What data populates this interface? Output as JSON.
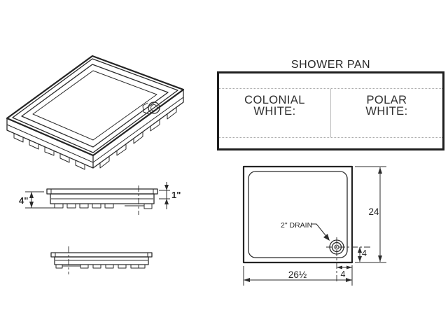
{
  "drawing": {
    "table_title": "SHOWER PAN",
    "spec_table": {
      "left_cell": {
        "line1": "COLONIAL",
        "line2": "WHITE:"
      },
      "right_cell": {
        "line1": "POLAR",
        "line2": "WHITE:"
      }
    },
    "side_view": {
      "overall_height": "4\"",
      "rim_lip": "1\""
    },
    "plan_view": {
      "drain_label": "2\" DRAIN",
      "depth": "24",
      "width": "26½",
      "drain_to_bottom": "4",
      "drain_to_right": "4"
    },
    "colors": {
      "ink": "#2b2b2b",
      "light_rule": "#a8a8a8",
      "paper": "#ffffff"
    }
  }
}
